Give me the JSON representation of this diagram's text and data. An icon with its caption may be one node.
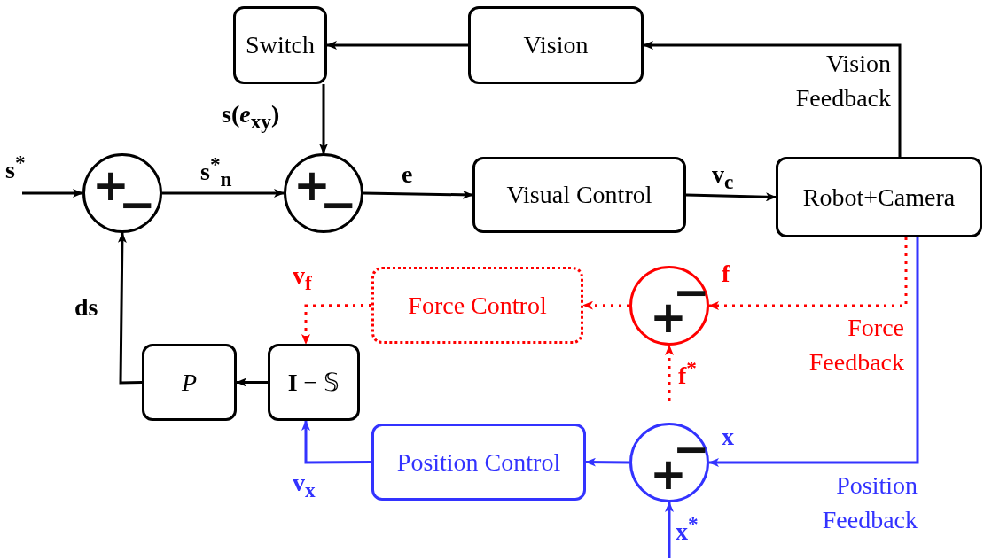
{
  "diagram": {
    "nodes": [
      {
        "text": [
          "Switch"
        ]
      },
      {
        "text": [
          "Vision"
        ]
      },
      {
        "text": [
          "+",
          "−"
        ]
      },
      {
        "text": [
          "+",
          "−"
        ]
      },
      {
        "text": [
          "Visual Control"
        ]
      },
      {
        "text": [
          "Robot+Camera"
        ]
      },
      {
        "text": [
          "−",
          "+"
        ]
      },
      {
        "text": [
          "Force Control"
        ]
      },
      {
        "text": [
          "P"
        ]
      },
      {
        "text": [
          "**I** − 𝕊"
        ]
      },
      {
        "text": [
          "Position Control"
        ]
      },
      {
        "text": [
          "−",
          "+"
        ]
      }
    ],
    "edges": [
      {
        "from": null,
        "to": 2,
        "arrow": "to",
        "label": "s$^{*}$"
      },
      {
        "from": 2,
        "to": 3,
        "arrow": "to",
        "label": "s$^{*}$$_{n}$"
      },
      {
        "from": 3,
        "to": 4,
        "arrow": "to",
        "label": "e"
      },
      {
        "from": 4,
        "to": 5,
        "arrow": "to",
        "label": "v$_{c}$"
      },
      {
        "from": 5,
        "to": 1,
        "arrow": "to",
        "label": "Vision Feedback"
      },
      {
        "from": 1,
        "to": 0,
        "arrow": "to"
      },
      {
        "from": 0,
        "to": 3,
        "arrow": "to",
        "label": "s(*e*$_{xy}$)"
      },
      {
        "from": 5,
        "to": 6,
        "arrow": "to",
        "label": "f",
        "style": "dashed",
        "color": "#ff0000"
      },
      {
        "from": null,
        "to": 6,
        "arrow": "to",
        "label": "f$^{*}$",
        "style": "dashed",
        "color": "#ff0000"
      },
      {
        "from": 6,
        "to": 7,
        "arrow": "to",
        "style": "dashed",
        "color": "#ff0000"
      },
      {
        "from": 7,
        "to": 9,
        "arrow": "to",
        "label": "v$_{f}$",
        "style": "dashed",
        "color": "#ff0000"
      },
      {
        "from": 9,
        "to": 8,
        "arrow": "to"
      },
      {
        "from": 8,
        "to": 2,
        "arrow": "to",
        "label": "ds"
      },
      {
        "from": 5,
        "to": 11,
        "arrow": "to",
        "label": "x",
        "color": "#3333ff"
      },
      {
        "from": null,
        "to": 11,
        "arrow": "to",
        "label": "x$^{*}$",
        "color": "#3333ff"
      },
      {
        "from": 11,
        "to": 10,
        "arrow": "to",
        "color": "#3333ff"
      },
      {
        "from": 10,
        "to": 9,
        "arrow": "to",
        "label": "v$_{x}$",
        "color": "#3333ff"
      }
    ],
    "labels": [
      "Force Feedback",
      "Position Feedback"
    ]
  }
}
